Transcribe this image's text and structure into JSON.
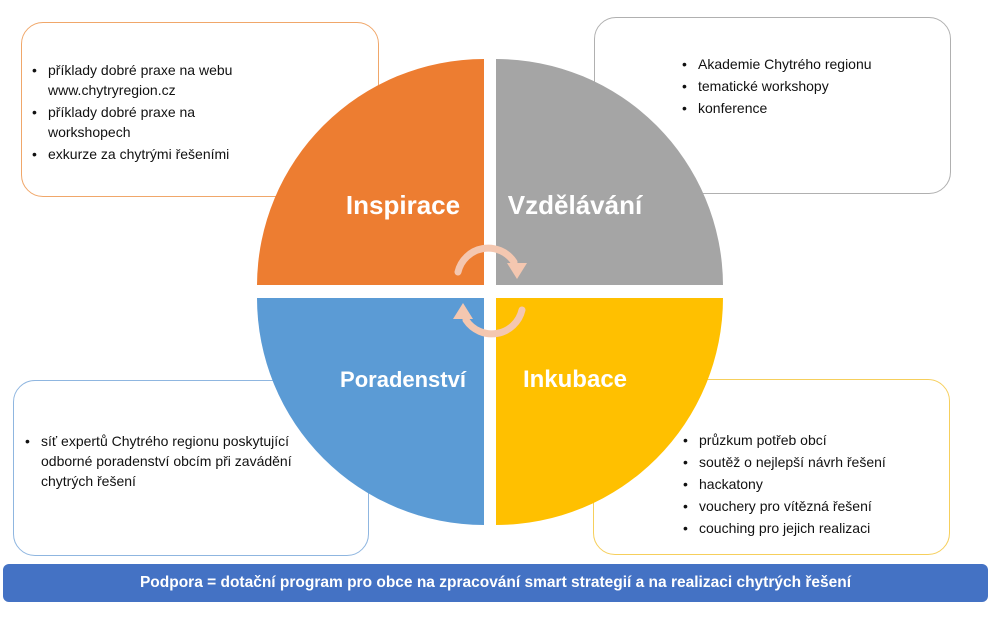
{
  "quadrants": {
    "inspirace": {
      "label": "Inspirace",
      "color": "#ed7d31",
      "items": [
        "příklady dobré praxe na webu www.chytryregion.cz",
        "příklady dobré praxe na workshopech",
        "exkurze za chytrými řešeními"
      ]
    },
    "vzdelavani": {
      "label": "Vzdělávání",
      "color": "#a5a5a5",
      "items": [
        "Akademie Chytrého regionu",
        "tematické workshopy",
        "konference"
      ]
    },
    "poradenstvi": {
      "label": "Poradenství",
      "color": "#5b9bd5",
      "items": [
        "síť expertů Chytrého regionu poskytující odborné poradenství obcím při zavádění chytrých řešení"
      ]
    },
    "inkubace": {
      "label": "Inkubace",
      "color": "#ffc000",
      "items": [
        "průzkum potřeb obcí",
        "soutěž o nejlepší návrh řešení",
        "hackatony",
        "vouchery pro vítězná řešení",
        "couching pro jejich realizaci"
      ]
    }
  },
  "footer": {
    "text": "Podpora = dotační program pro obce na zpracování smart strategií a na realizaci chytrých řešení",
    "color": "#4472c4"
  },
  "cycle_arrow_color": "#f4c7b0"
}
